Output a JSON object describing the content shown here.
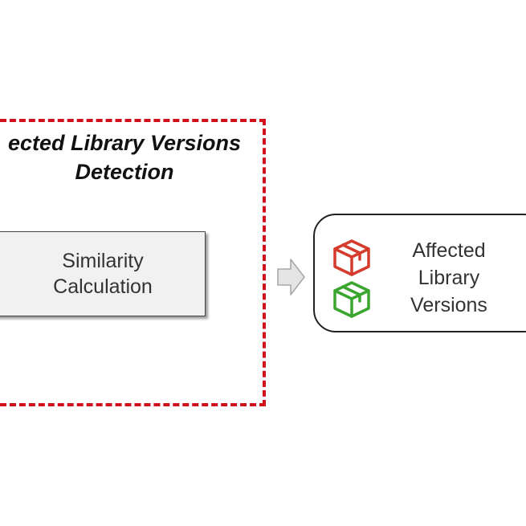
{
  "detection_box": {
    "title": "ected Library Versions\nDetection"
  },
  "similarity_step": {
    "label": "Similarity\nCalculation"
  },
  "result": {
    "label": "Affected\nLibrary\nVersions"
  },
  "icons": {
    "red_package": "package-icon-red",
    "green_package": "package-icon-green",
    "arrow": "arrow-right-icon"
  },
  "colors": {
    "dashed_border": "#d0111b",
    "red_package": "#d43b2c",
    "green_package": "#3aa52f",
    "arrow_fill": "#e4e4e4",
    "arrow_stroke": "#a8a8a8"
  }
}
